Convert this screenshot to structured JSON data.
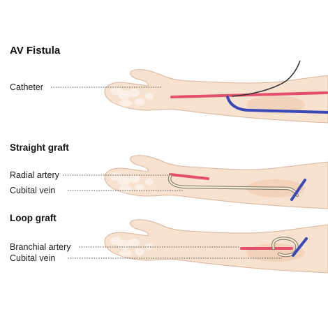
{
  "colors": {
    "skin": "#f7e2cf",
    "skin_shade": "#efcfb6",
    "skin_outline": "#d9b39a",
    "knuckle": "#fbf1e8",
    "artery": "#e3506e",
    "artery_edge": "#a63a55",
    "vein": "#3a48b8",
    "vein_edge": "#26307e",
    "graft": "#f3ecd8",
    "graft_edge": "#8a7f6c",
    "leader": "#555555",
    "text": "#1a1a1a"
  },
  "icons": [
    "catheter-icon",
    "artery-icon",
    "vein-icon",
    "graft-icon"
  ],
  "sections": [
    {
      "title": "AV Fistula",
      "labels": [
        "Catheter"
      ]
    },
    {
      "title": "Straight graft",
      "labels": [
        "Radial artery",
        "Cubital vein"
      ]
    },
    {
      "title": "Loop graft",
      "labels": [
        "Branchial artery",
        "Cubital vein"
      ]
    }
  ]
}
